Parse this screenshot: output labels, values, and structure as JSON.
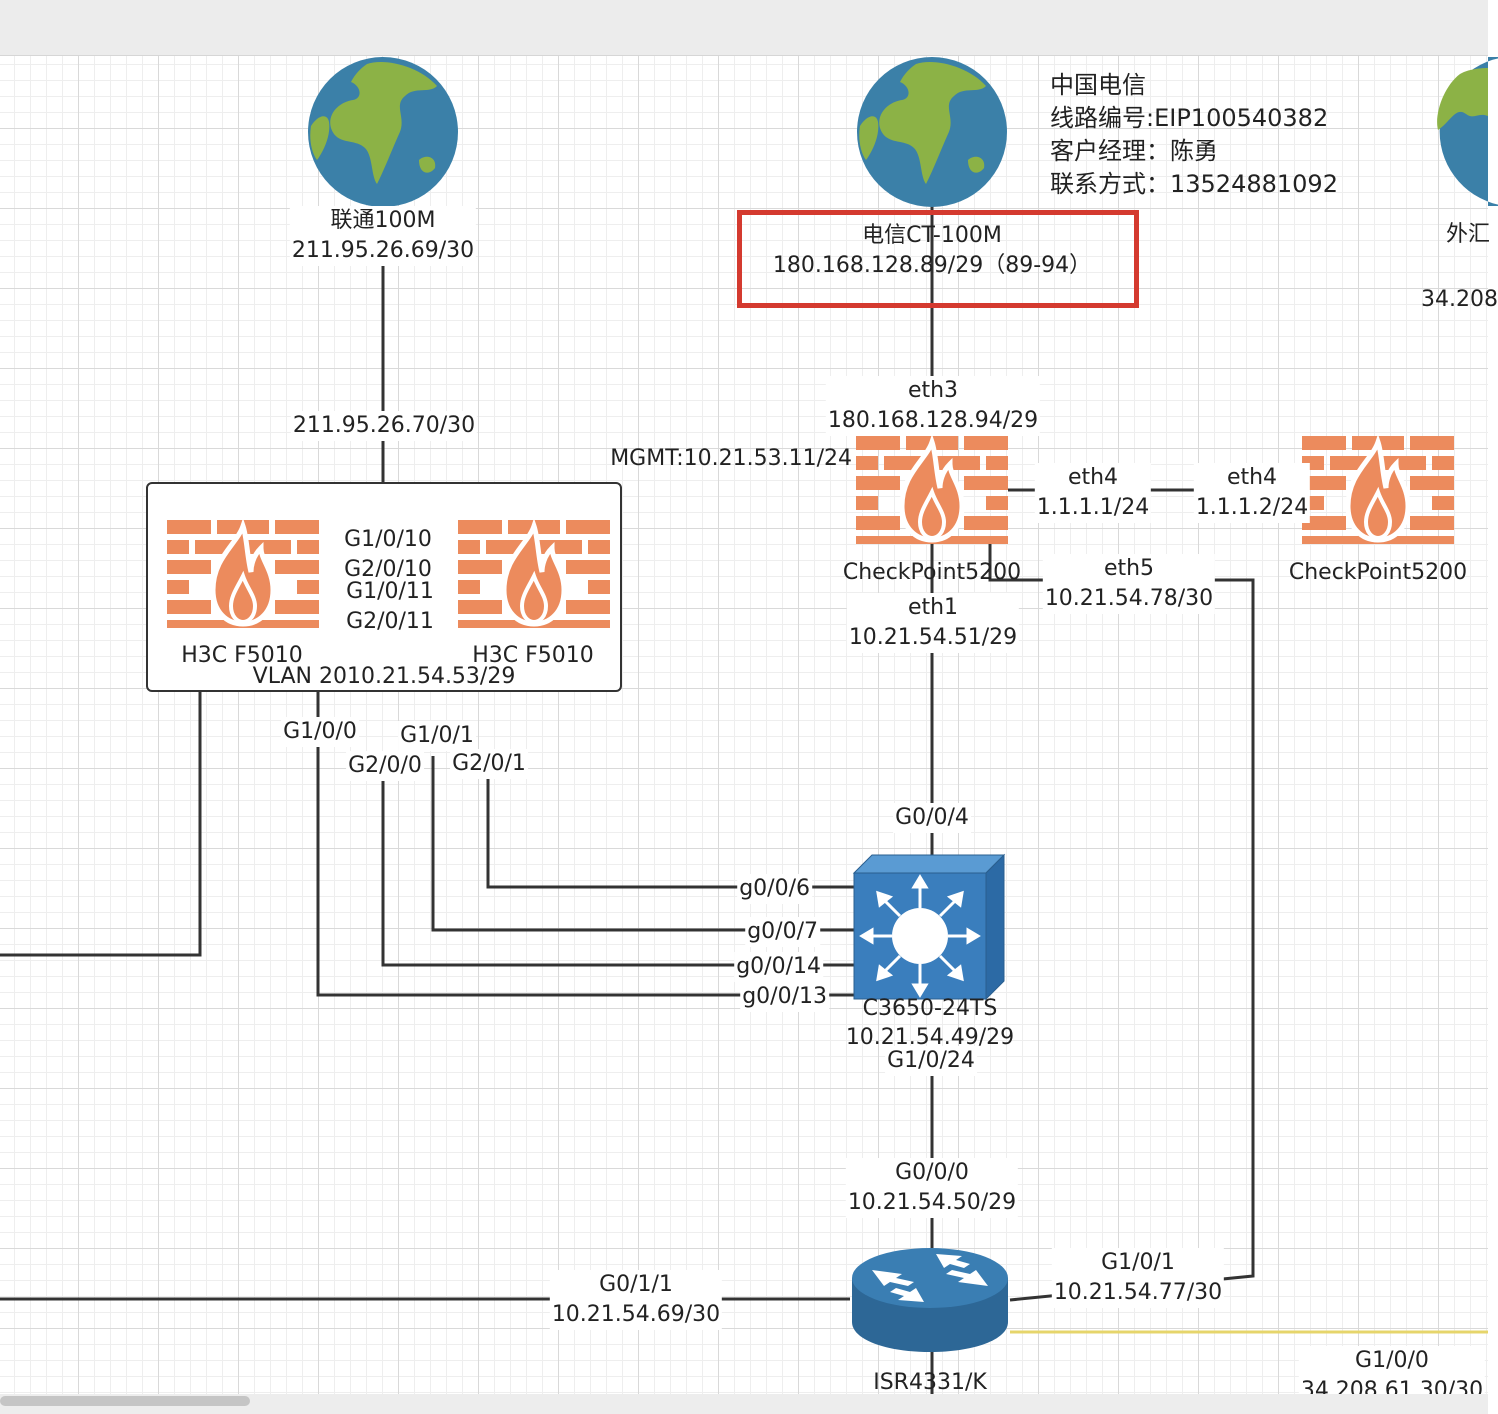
{
  "nodes": {
    "unicom_globe": {
      "line1": "联通100M",
      "line2": "211.95.26.69/30"
    },
    "telecom_globe": {
      "line1": "电信CT-100M",
      "line2": "180.168.128.89/29（89-94）"
    },
    "telecom_info": {
      "line1": "中国电信",
      "line2": "线路编号:EIP100540382",
      "line3": "客户经理：陈勇",
      "line4": "联系方式：13524881092"
    },
    "right_globe": {
      "line1": "外汇",
      "line2": "34.208"
    },
    "h3c_group": {
      "left_name": "H3C F5010",
      "right_name": "H3C F5010",
      "vlan": "VLAN 2010.21.54.53/29",
      "uplink": "211.95.26.70/30",
      "link_a_top": "G1/0/10",
      "link_a_bottom": "G2/0/10",
      "link_b_top": "G1/0/11",
      "link_b_bottom": "G2/0/11"
    },
    "checkpoint_main": {
      "name": "CheckPoint5200",
      "mgmt": "MGMT:10.21.53.11/24",
      "eth3_name": "eth3",
      "eth3_ip": "180.168.128.94/29",
      "eth4_name": "eth4",
      "eth4_ip": "1.1.1.1/24",
      "eth5_name": "eth5",
      "eth5_ip": "10.21.54.78/30",
      "eth1_name": "eth1",
      "eth1_ip": "10.21.54.51/29"
    },
    "checkpoint_peer": {
      "name": "CheckPoint5200",
      "eth4_name": "eth4",
      "eth4_ip": "1.1.1.2/24"
    },
    "switch": {
      "name": "C3650-24TS",
      "ip": "10.21.54.49/29",
      "uplink_port": "G0/0/4",
      "down_port": "G1/0/24",
      "p6": "g0/0/6",
      "p7": "g0/0/7",
      "p14": "g0/0/14",
      "p13": "g0/0/13"
    },
    "h3c_ports": {
      "g100": "G1/0/0",
      "g101": "G1/0/1",
      "g200": "G2/0/0",
      "g201": "G2/0/1"
    },
    "router": {
      "name": "ISR4331/K",
      "g000_name": "G0/0/0",
      "g000_ip": "10.21.54.50/29",
      "g011_name": "G0/1/1",
      "g011_ip": "10.21.54.69/30",
      "g101_name": "G1/0/1",
      "g101_ip": "10.21.54.77/30",
      "g100_name": "G1/0/0",
      "g100_ip": "34.208.61.30/30"
    }
  },
  "colors": {
    "globe_ocean": "#3b80a8",
    "globe_land": "#8cb246",
    "firewall_brick": "#ec8b5d",
    "firewall_flame": "#ffffff",
    "switch_blue": "#3a7ebd",
    "router_blue": "#2d6796",
    "highlight_box": "#d43a2f",
    "yellow_link": "#e6d56b"
  }
}
